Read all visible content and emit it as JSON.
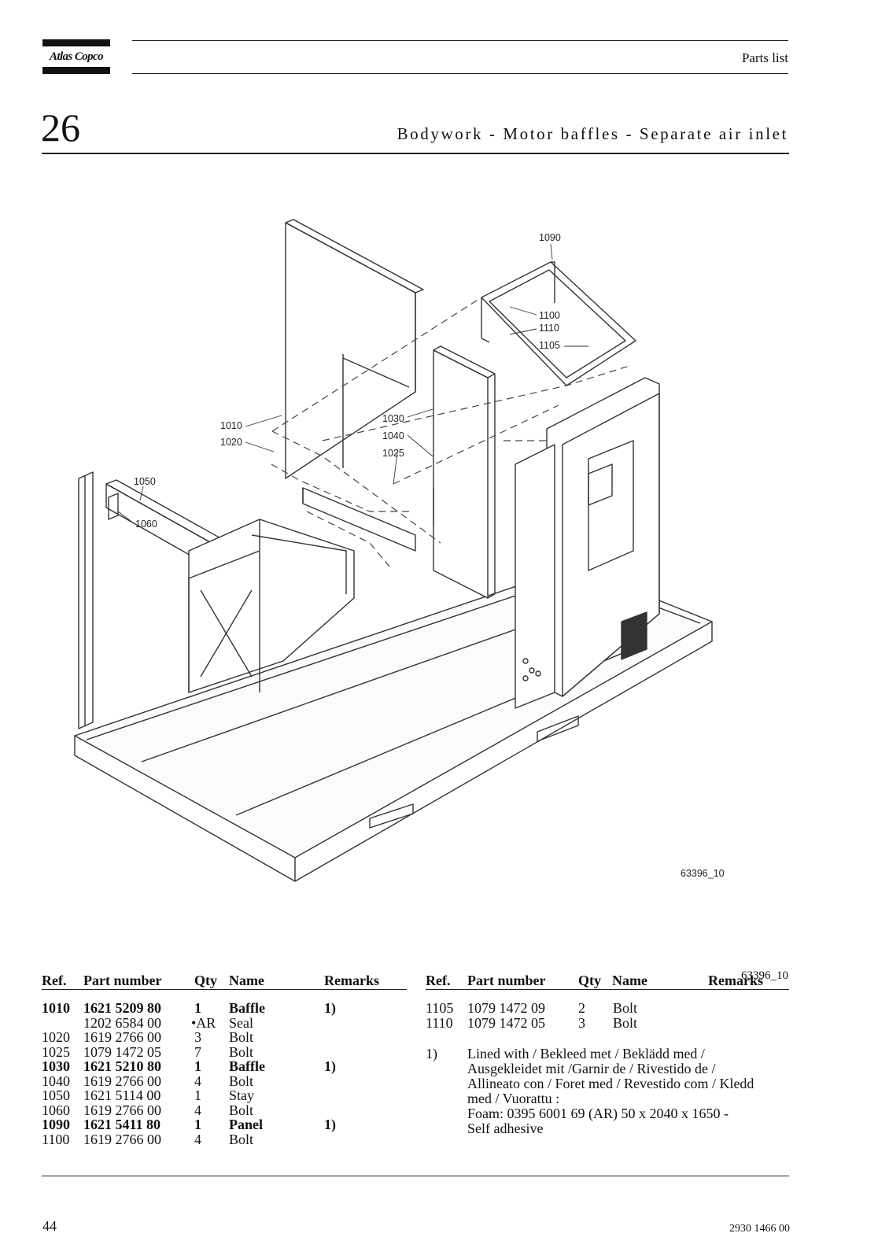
{
  "header": {
    "brand": "Atlas Copco",
    "section": "Parts list"
  },
  "chapter": {
    "number": "26",
    "title": "Bodywork - Motor baffles - Separate air inlet"
  },
  "drawing": {
    "callouts": [
      "1090",
      "1100",
      "1110",
      "1105",
      "1010",
      "1020",
      "1030",
      "1040",
      "1025",
      "1050",
      "1060"
    ],
    "drawing_id": "63396_10"
  },
  "figure_ref": "63396_10",
  "table_headers": {
    "ref": "Ref.",
    "part_number": "Part number",
    "qty": "Qty",
    "name": "Name",
    "remarks": "Remarks"
  },
  "parts_left": [
    {
      "ref": "1010",
      "part": "1621 5209 80",
      "qty": "1",
      "name": "Baffle",
      "remarks": "1)",
      "bold": true
    },
    {
      "ref": "",
      "part": "1202 6584 00",
      "qty": "•AR",
      "name": "Seal",
      "remarks": "",
      "bold": false
    },
    {
      "ref": "1020",
      "part": "1619 2766 00",
      "qty": "3",
      "name": "Bolt",
      "remarks": "",
      "bold": false
    },
    {
      "ref": "1025",
      "part": "1079 1472 05",
      "qty": "7",
      "name": "Bolt",
      "remarks": "",
      "bold": false
    },
    {
      "ref": "1030",
      "part": "1621 5210 80",
      "qty": "1",
      "name": "Baffle",
      "remarks": "1)",
      "bold": true
    },
    {
      "ref": "1040",
      "part": "1619 2766 00",
      "qty": "4",
      "name": "Bolt",
      "remarks": "",
      "bold": false
    },
    {
      "ref": "1050",
      "part": "1621 5114 00",
      "qty": "1",
      "name": "Stay",
      "remarks": "",
      "bold": false
    },
    {
      "ref": "1060",
      "part": "1619 2766 00",
      "qty": "4",
      "name": "Bolt",
      "remarks": "",
      "bold": false
    },
    {
      "ref": "1090",
      "part": "1621 5411 80",
      "qty": "1",
      "name": "Panel",
      "remarks": "1)",
      "bold": true
    },
    {
      "ref": "1100",
      "part": "1619 2766 00",
      "qty": "4",
      "name": "Bolt",
      "remarks": "",
      "bold": false
    }
  ],
  "parts_right": [
    {
      "ref": "1105",
      "part": "1079 1472 09",
      "qty": "2",
      "name": "Bolt",
      "remarks": "",
      "bold": false
    },
    {
      "ref": "1110",
      "part": "1079 1472 05",
      "qty": "3",
      "name": "Bolt",
      "remarks": "",
      "bold": false
    }
  ],
  "note": {
    "marker": "1)",
    "lines": [
      "Lined with  / Bekleed met / Beklädd med  /",
      "Ausgekleidet mit  /Garnir de / Rivestido de /",
      "Allineato con   / Foret med / Revestido com / Kledd",
      "med / Vuorattu :",
      "Foam: 0395 6001 69 (AR) 50 x 2040 x 1650 -",
      "Self adhesive"
    ]
  },
  "footer": {
    "page": "44",
    "doc_number": "2930 1466 00"
  }
}
